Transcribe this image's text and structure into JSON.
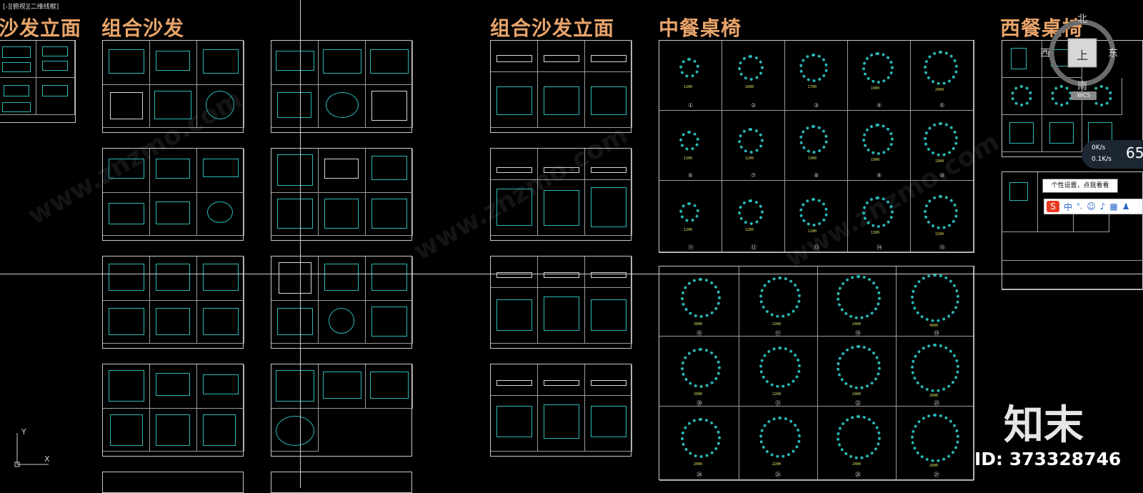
{
  "viewport": {
    "label": "[-][俯视][二维线框]"
  },
  "titles": {
    "t1": "沙发立面",
    "t2": "组合沙发",
    "t3": "组合沙发立面",
    "t4": "中餐桌椅",
    "t5": "西餐桌椅"
  },
  "chinese_table": {
    "row_numbers": [
      "①",
      "②",
      "③",
      "④",
      "⑤",
      "⑥",
      "⑦",
      "⑧",
      "⑨",
      "⑩",
      "⑪",
      "⑫",
      "⑬",
      "⑭",
      "⑮"
    ],
    "dims_row1": [
      "1200",
      "1600",
      "1700",
      "1900",
      "2000"
    ],
    "dims_row2": [
      "1200",
      "1200",
      "1300",
      "1900",
      "1900"
    ],
    "dims_row3": [
      "1200",
      "1200",
      "1200",
      "1300",
      "1500"
    ],
    "round_row_numbers": [
      "⑯",
      "⑰",
      "⑱",
      "⑲",
      "⑳",
      "㉑",
      "㉒",
      "㉓",
      "㉔",
      "㉕",
      "㉖",
      "㉗"
    ],
    "round_dims": [
      "2000",
      "2200",
      "2400",
      "4000",
      "2000",
      "2200",
      "2400",
      "2600",
      "2000",
      "2200",
      "2400",
      "2600"
    ]
  },
  "viewcube": {
    "north": "北",
    "south": "南",
    "east": "东",
    "west": "西",
    "top": "上",
    "wcs": "WCS"
  },
  "ucs": {
    "x": "X",
    "y": "Y"
  },
  "network": {
    "percent": "65",
    "up": "0K/s",
    "down": "0.1K/s"
  },
  "tooltip": {
    "text": "个性设置，点我看看"
  },
  "ime": {
    "lang": "中",
    "punct": "°,"
  },
  "watermark": {
    "brand": "知末",
    "id": "ID: 373328746",
    "site": "www.znzmo.com"
  },
  "colors": {
    "background": "#000000",
    "title": "#e8a46a",
    "cad_line": "#2fb8b8"
  }
}
